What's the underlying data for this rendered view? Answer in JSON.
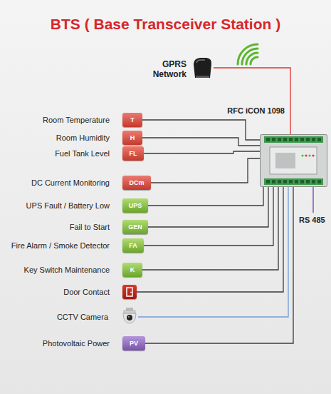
{
  "diagram": {
    "title": "BTS ( Base Transceiver Station )",
    "nodes": [
      {
        "text": [
          "GPRS Network"
        ]
      },
      {
        "text": [
          "RFC iCON 1098"
        ]
      },
      {
        "text": [
          "Room Temperature",
          "T"
        ]
      },
      {
        "text": [
          "Room Humidity",
          "H"
        ]
      },
      {
        "text": [
          "Fuel Tank Level",
          "FL"
        ]
      },
      {
        "text": [
          "DC Current Monitoring",
          "DCm"
        ]
      },
      {
        "text": [
          "UPS Fault / Battery Low",
          "UPS"
        ]
      },
      {
        "text": [
          "Fail to Start",
          "GEN"
        ]
      },
      {
        "text": [
          "Fire Alarm / Smoke Detector",
          "FA"
        ]
      },
      {
        "text": [
          "Key Switch Maintenance",
          "K"
        ]
      },
      {
        "text": [
          "Door Contact"
        ]
      },
      {
        "text": [
          "CCTV Camera"
        ]
      },
      {
        "text": [
          "Photovoltaic Power",
          "PV"
        ]
      }
    ],
    "edges": [
      {
        "from": 0,
        "to": 1,
        "arrow": "none"
      },
      {
        "from": 2,
        "to": 1,
        "arrow": "none"
      },
      {
        "from": 3,
        "to": 1,
        "arrow": "none"
      },
      {
        "from": 4,
        "to": 1,
        "arrow": "none"
      },
      {
        "from": 5,
        "to": 1,
        "arrow": "none"
      },
      {
        "from": 6,
        "to": 1,
        "arrow": "none"
      },
      {
        "from": 7,
        "to": 1,
        "arrow": "none"
      },
      {
        "from": 8,
        "to": 1,
        "arrow": "none"
      },
      {
        "from": 9,
        "to": 1,
        "arrow": "none"
      },
      {
        "from": 10,
        "to": 1,
        "arrow": "none"
      },
      {
        "from": 11,
        "to": 1,
        "arrow": "none"
      },
      {
        "from": 12,
        "to": 1,
        "arrow": "none"
      }
    ],
    "labels": [
      "RS 485"
    ]
  }
}
